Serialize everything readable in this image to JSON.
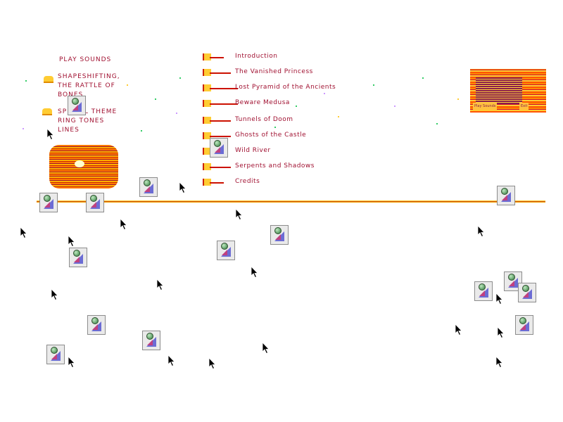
{
  "left_menu": {
    "item_top": "PLAY SOUNDS",
    "item_2_line1": "SHAPESHIFTING,",
    "item_2_line2": "THE RATTLE OF",
    "item_2_line3": "BONES",
    "item_3_line1": "SPECIAL THEME",
    "item_3_line2": "RING TONES",
    "item_3_line3": "LINES"
  },
  "main_menu": {
    "items": [
      {
        "label": "Introduction",
        "line_width": 20
      },
      {
        "label": "The Vanished Princess",
        "line_width": 30
      },
      {
        "label": "Lost Pyramid of the Ancients",
        "line_width": 40
      },
      {
        "label": "Beware Medusa",
        "line_width": 40
      },
      {
        "label": "Tunnels of Doom",
        "line_width": 30
      },
      {
        "label": "Ghosts of the Castle",
        "line_width": 30
      },
      {
        "label": "Wild River",
        "line_width": 20
      },
      {
        "label": "Serpents and Shadows",
        "line_width": 30
      },
      {
        "label": "Credits",
        "line_width": 20
      }
    ]
  },
  "banner": {
    "button_left": "Play Sounds",
    "button_right": "Exit"
  },
  "colors": {
    "text": "#a01030",
    "accent_red": "#cc1100",
    "accent_yellow": "#ffcc33",
    "background": "#ffffff"
  },
  "icons": {
    "broken_image": "broken-image-icon",
    "cursor": "arrow-cursor-icon",
    "bullet": "ring-bullet-icon"
  }
}
